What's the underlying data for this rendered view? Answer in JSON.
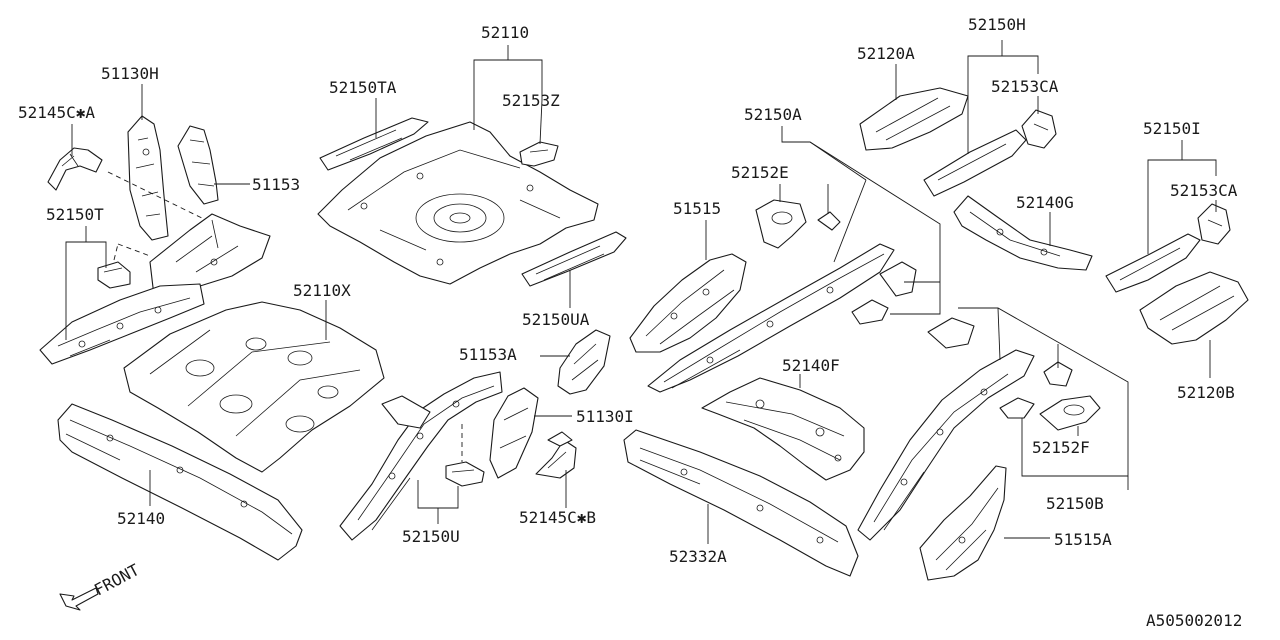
{
  "diagram": {
    "drawing_code": "A505002012",
    "front_label": "FRONT",
    "parts": {
      "p52110": "52110",
      "p52110x": "52110X",
      "p52140": "52140",
      "p52150u": "52150U",
      "p52150t": "52150T",
      "p52150ta": "52150TA",
      "p52150ua": "52150UA",
      "p52153z": "52153Z",
      "p51130h": "51130H",
      "p52145c_a": "52145C✱A",
      "p51153": "51153",
      "p51153a": "51153A",
      "p51130i": "51130I",
      "p52145c_b": "52145C✱B",
      "p52120a": "52120A",
      "p52150h": "52150H",
      "p52153ca_1": "52153CA",
      "p52150a": "52150A",
      "p52152e": "52152E",
      "p51515": "51515",
      "p52140g": "52140G",
      "p52150i": "52150I",
      "p52153ca_2": "52153CA",
      "p52120b": "52120B",
      "p52140f": "52140F",
      "p52332a": "52332A",
      "p52152f": "52152F",
      "p52150b": "52150B",
      "p51515a": "51515A"
    }
  }
}
